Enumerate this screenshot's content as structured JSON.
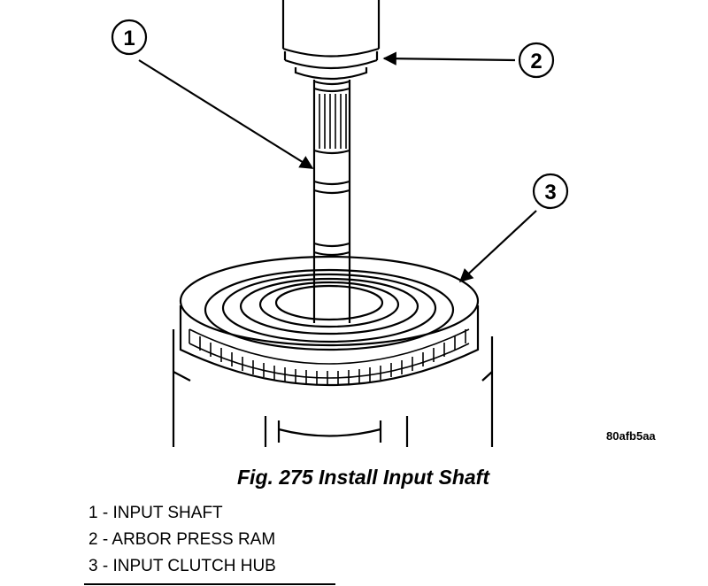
{
  "figure": {
    "code": "80afb5aa",
    "caption": "Fig. 275 Install Input Shaft",
    "callouts": [
      "1",
      "2",
      "3"
    ],
    "legend": [
      "1 - INPUT SHAFT",
      "2 - ARBOR PRESS RAM",
      "3 - INPUT CLUTCH HUB"
    ]
  }
}
